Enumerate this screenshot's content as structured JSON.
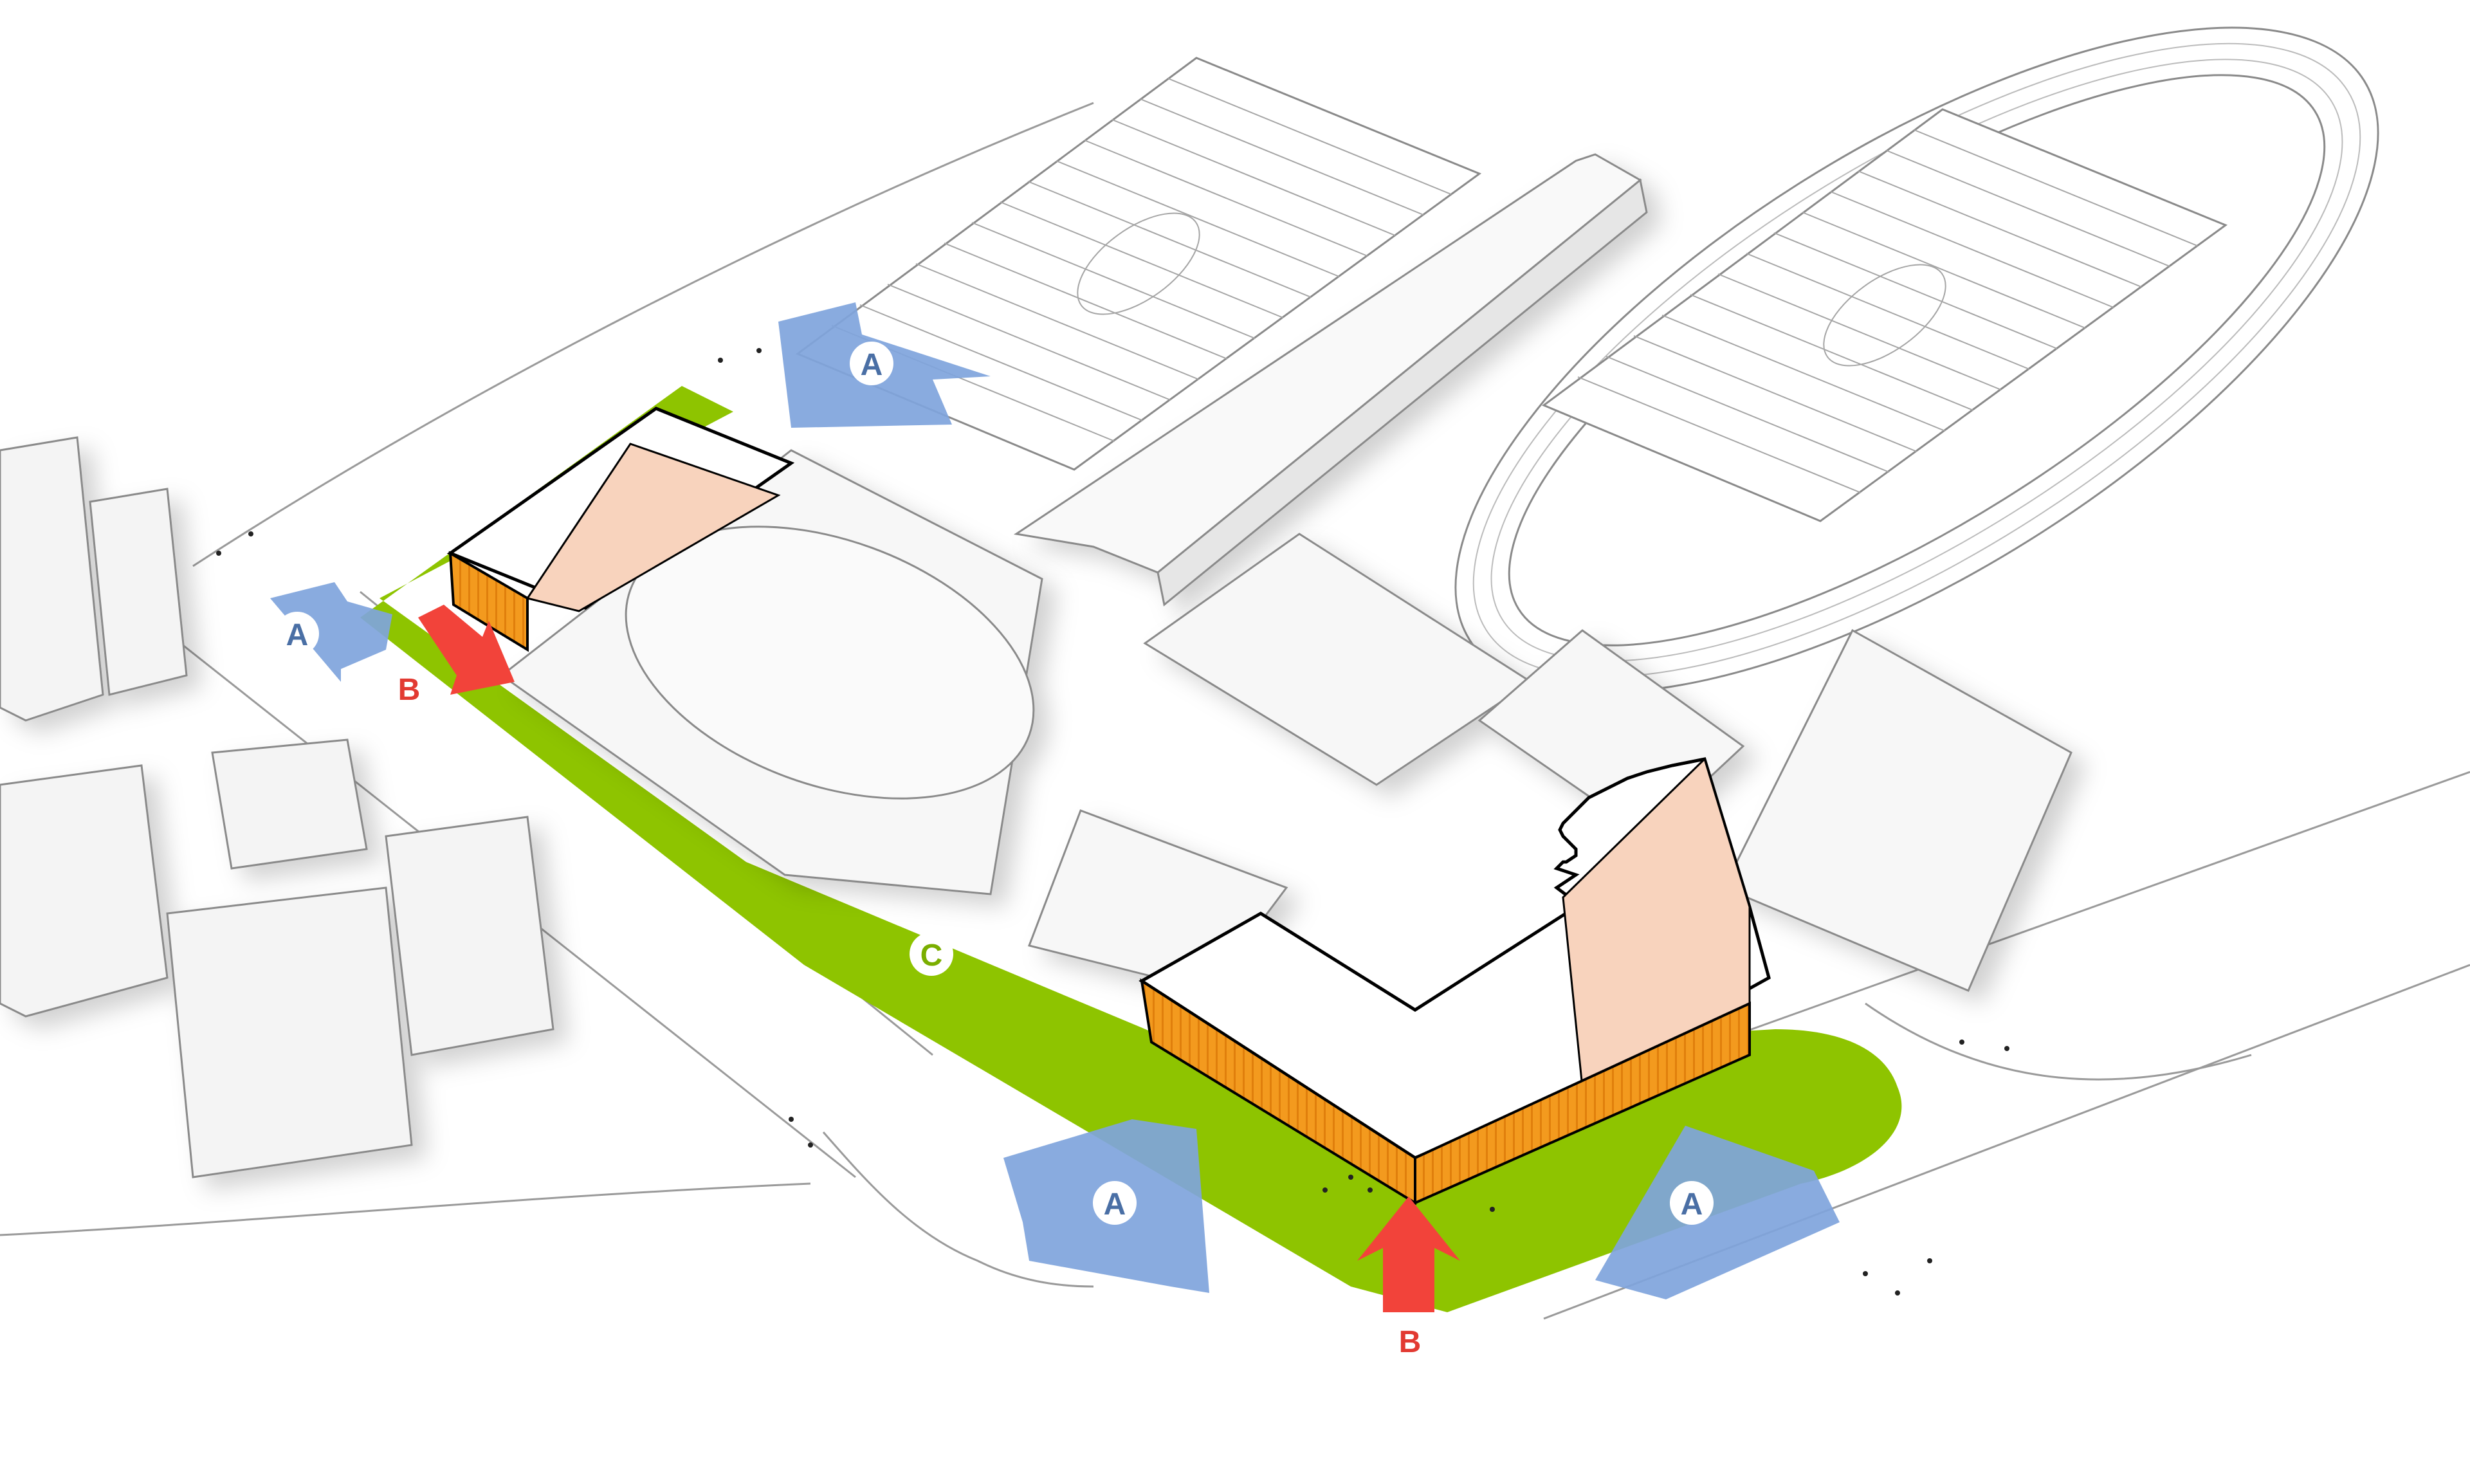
{
  "labels": {
    "access": "A",
    "entry": "B",
    "green": "C"
  },
  "colors": {
    "background": "#ffffff",
    "building_fill": "#f7f7f7",
    "building_shadow": "#c9c9c9",
    "line": "#9a9a9a",
    "green_band": "#8ec400",
    "orange_facade": "#f39a1e",
    "peach_wall": "#f8d3bd",
    "blue_arrow": "#7fa4dc",
    "red_arrow": "#f2433a",
    "badge_text_blue": "#4a6fa5",
    "badge_text_green": "#7aae00",
    "red_text": "#e23a32"
  }
}
